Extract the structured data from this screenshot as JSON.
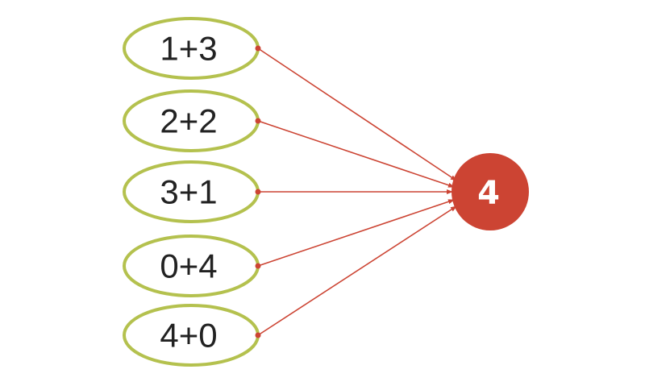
{
  "expressions": [
    {
      "label": "1+3"
    },
    {
      "label": "2+2"
    },
    {
      "label": "3+1"
    },
    {
      "label": "0+4"
    },
    {
      "label": "4+0"
    }
  ],
  "result": {
    "label": "4"
  },
  "colors": {
    "ellipse_stroke": "#b4c14e",
    "connector": "#cc4433",
    "result_fill": "#cc4433",
    "text": "#222222",
    "result_text": "#ffffff"
  }
}
